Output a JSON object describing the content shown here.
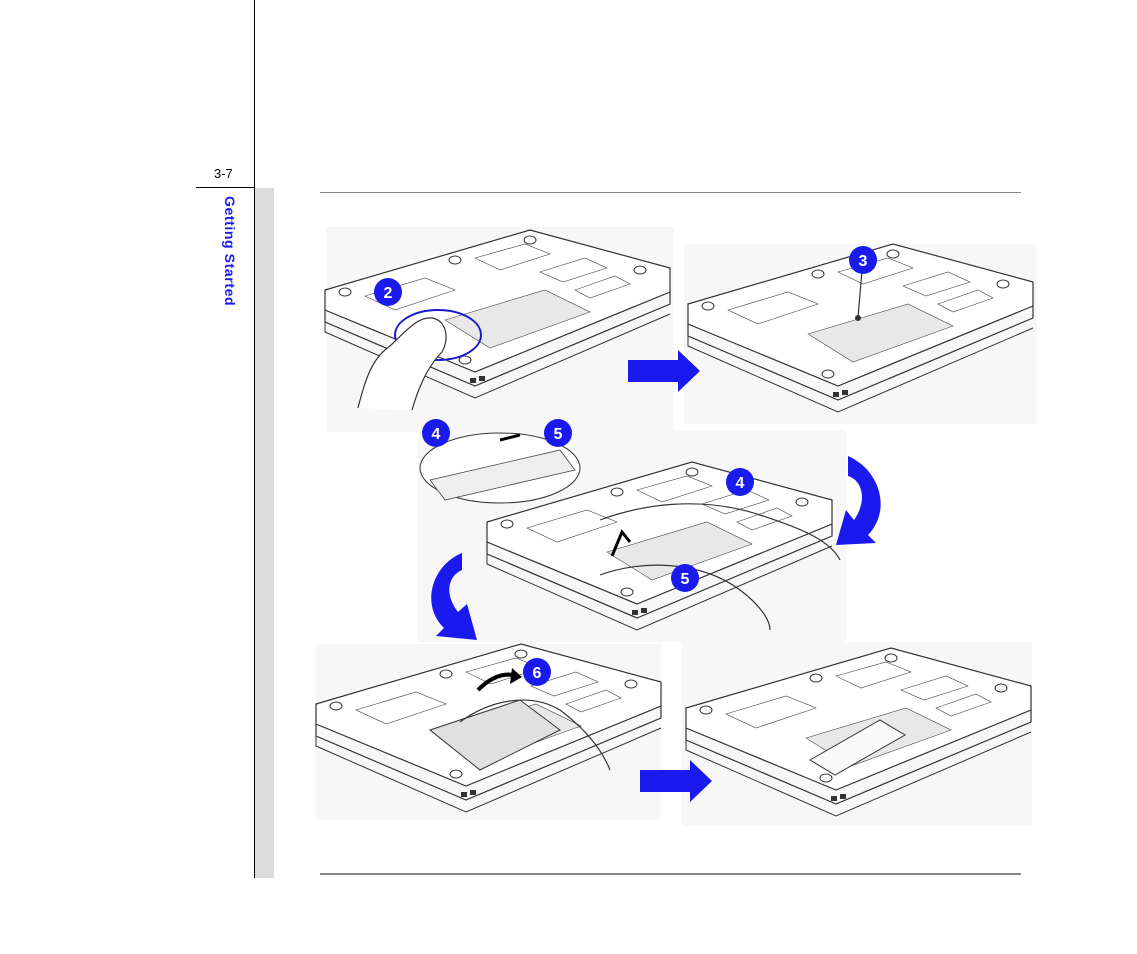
{
  "page": {
    "number": "3-7",
    "section": "Getting Started"
  },
  "figure": {
    "steps": {
      "s2": "2",
      "s3": "3",
      "s4a": "4",
      "s5a": "5",
      "s4b": "4",
      "s5b": "5",
      "s6": "6"
    }
  }
}
